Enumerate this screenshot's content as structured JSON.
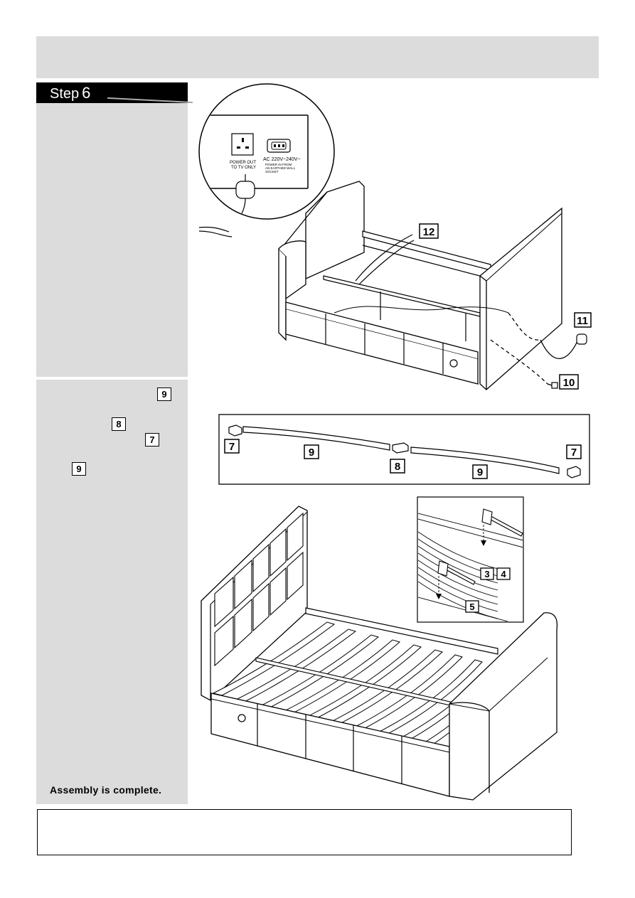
{
  "step": {
    "word": "Step",
    "number": "6"
  },
  "sidebar": {
    "badges": [
      "9",
      "8",
      "7",
      "9"
    ],
    "completion_text": "Assembly is complete."
  },
  "socket_panel": {
    "left_label_line1": "POWER OUT",
    "left_label_line2": "TO TV ONLY",
    "right_label_main": "AC 220V~240V~",
    "right_label_sub1": "POWER IN FROM",
    "right_label_sub2": "AN EARTHED WALL",
    "right_label_sub3": "SOCKET"
  },
  "part_labels": {
    "cable_top": "12",
    "plug": "11",
    "cable_bottom": "10",
    "end_cap_left": "7",
    "slat_left": "9",
    "center_holder": "8",
    "slat_right": "9",
    "end_cap_right": "7",
    "detail_3": "3",
    "detail_4": "4",
    "detail_5": "5"
  }
}
